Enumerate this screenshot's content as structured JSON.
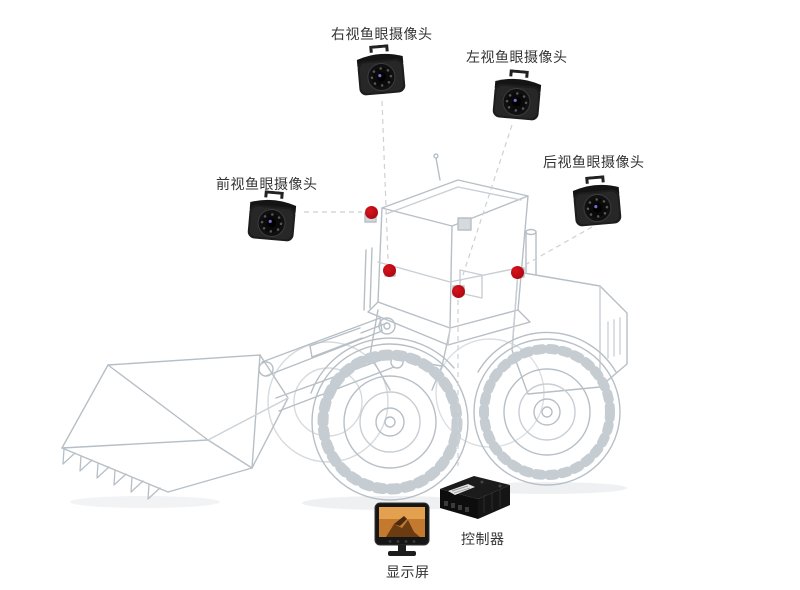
{
  "labels": {
    "front_camera": "前视鱼眼摄像头",
    "right_camera": "右视鱼眼摄像头",
    "left_camera": "左视鱼眼摄像头",
    "rear_camera": "后视鱼眼摄像头",
    "controller": "控制器",
    "display": "显示屏"
  },
  "colors": {
    "background": "#ffffff",
    "marker_red": "#b00812",
    "connector_gray": "#ccd1d5",
    "vehicle_line_gray": "#b7bfc6",
    "label_text": "#333333",
    "camera_body_black": "#1d1d1d",
    "display_screen_orange": "#c47a2e"
  },
  "icons": [
    {
      "name": "fisheye-camera-icon",
      "shape": "black cube camera with top bracket, lens ring and IR led dots"
    },
    {
      "name": "controller-box-icon",
      "shape": "black angled controller box with connector pins and white label"
    },
    {
      "name": "monitor-icon",
      "shape": "vehicle monitor with orange screen and stand"
    },
    {
      "name": "marker-dot",
      "shape": "red filled circle marking mount position"
    },
    {
      "name": "wheel-loader-drawing",
      "shape": "light gray wireframe line art of a wheel loader"
    }
  ]
}
